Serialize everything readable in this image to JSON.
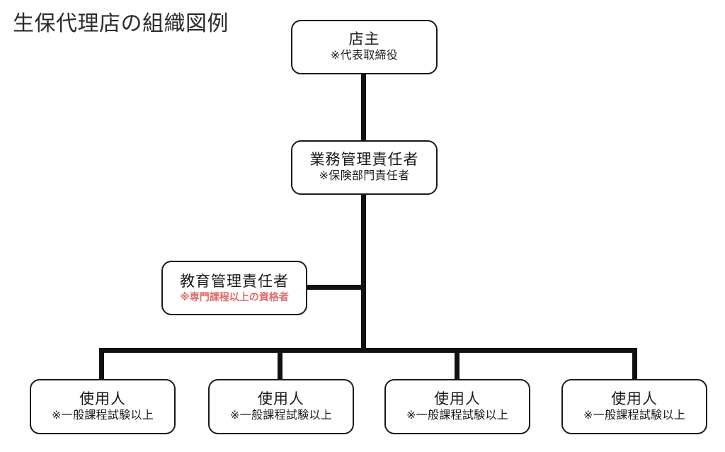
{
  "title": "生保代理店の組織図例",
  "colors": {
    "line": "#111111",
    "box_border": "#1a1a1a",
    "text": "#1a1a1a",
    "accent_red": "#e06a6a",
    "background": "#ffffff"
  },
  "nodes": {
    "owner": {
      "main": "店主",
      "sub": "※代表取締役"
    },
    "manager": {
      "main": "業務管理責任者",
      "sub": "※保険部門責任者"
    },
    "education": {
      "main": "教育管理責任者",
      "sub": "※専門課程以上の資格者"
    },
    "staff": [
      {
        "main": "使用人",
        "sub": "※一般課程試験以上"
      },
      {
        "main": "使用人",
        "sub": "※一般課程試験以上"
      },
      {
        "main": "使用人",
        "sub": "※一般課程試験以上"
      },
      {
        "main": "使用人",
        "sub": "※一般課程試験以上"
      }
    ]
  },
  "connectors": [
    {
      "name": "owner-to-manager",
      "orientation": "vertical"
    },
    {
      "name": "manager-spine",
      "orientation": "vertical"
    },
    {
      "name": "education-branch",
      "orientation": "horizontal"
    },
    {
      "name": "staff-distribution-bar",
      "orientation": "horizontal"
    },
    {
      "name": "staff-drop-1",
      "orientation": "vertical"
    },
    {
      "name": "staff-drop-2",
      "orientation": "vertical"
    },
    {
      "name": "staff-drop-3",
      "orientation": "vertical"
    },
    {
      "name": "staff-drop-4",
      "orientation": "vertical"
    }
  ]
}
